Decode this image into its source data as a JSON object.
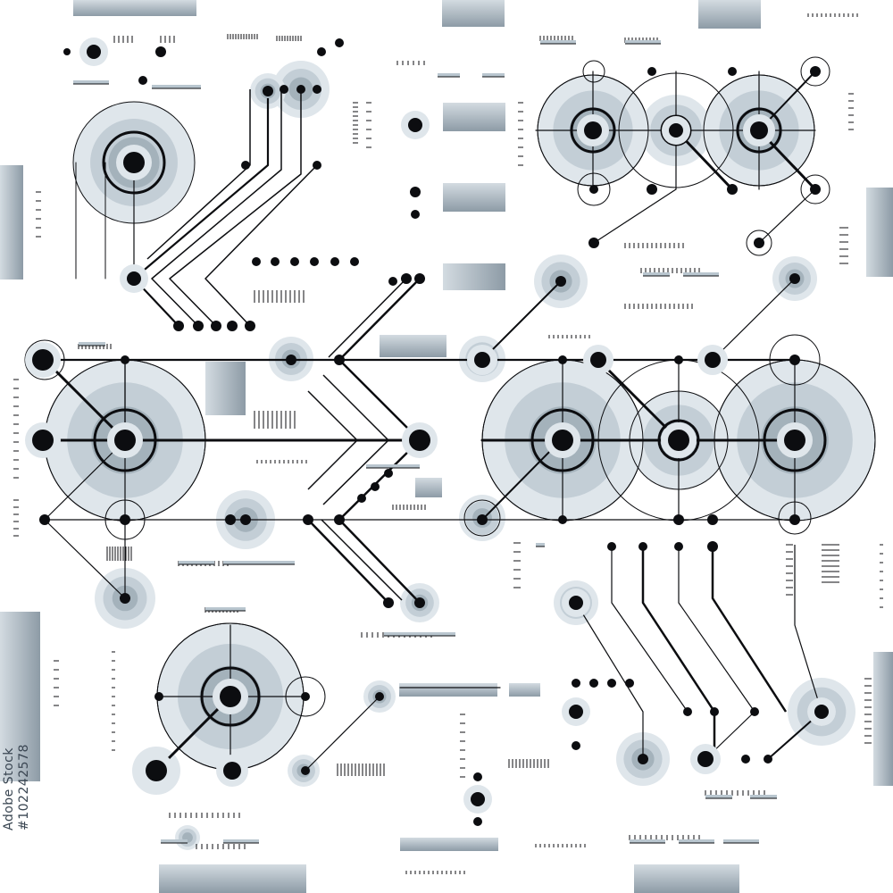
{
  "watermark": {
    "brand": "Adobe Stock",
    "repeated_text": "Adobe Stock"
  },
  "side_caption": {
    "line1": "Adobe Stock",
    "line2": "#102242578"
  },
  "palette": {
    "ink": "#0c0d10",
    "disc_light": "#dfe6eb",
    "disc_mid": "#b9c6cf",
    "disc_dark": "#8a9aa6",
    "bar_light": "#d3dbe1",
    "bar_dark": "#8d9ba6",
    "background": "#ffffff"
  }
}
